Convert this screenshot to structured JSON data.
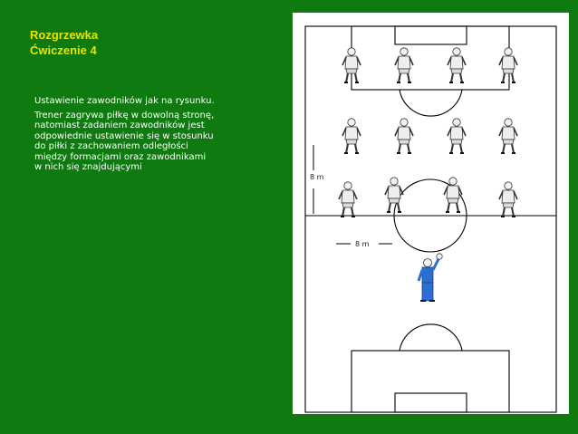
{
  "title": {
    "line1": "Rozgrzewka",
    "line2": "Ćwiczenie 4"
  },
  "description": {
    "paragraph1": "Ustawienie zawodników jak na rysunku.",
    "paragraph2": "Trener zagrywa piłkę w dowolną stronę, natomiast zadaniem zawodników jest odpowiednie ustawienie się w stosunku do piłki z zachowaniem odległości między formacjami oraz zawodnikami w nich się znajdującymi"
  },
  "diagram": {
    "vertical_measure": "8 m",
    "horizontal_measure": "8 m"
  },
  "colors": {
    "background": "#0f7a10",
    "title": "#e8e400",
    "text": "#ffffff",
    "coach": "#2a6fd1"
  }
}
